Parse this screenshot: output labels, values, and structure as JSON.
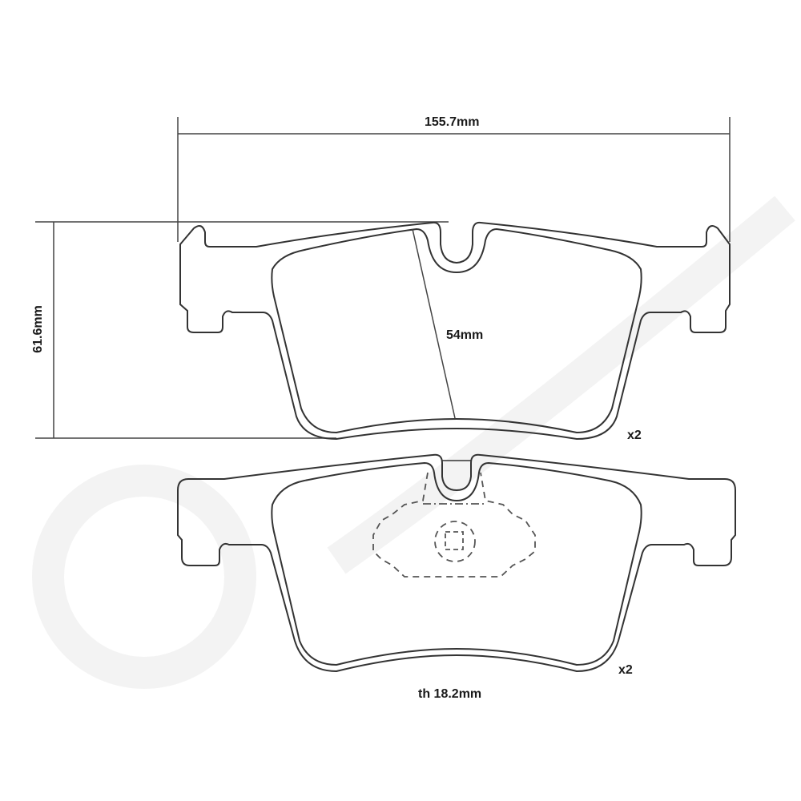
{
  "diagram": {
    "subject": "Brake pad technical drawing",
    "colors": {
      "line": "#333333",
      "text": "#1a1a1a",
      "background": "#ffffff",
      "watermark": "#f4f4f4"
    },
    "dimensions": {
      "width": "155.7mm",
      "height": "61.6mm",
      "friction_height": "54mm",
      "thickness": "th 18.2mm"
    },
    "pads": [
      {
        "id": "front-view",
        "quantity": "x2"
      },
      {
        "id": "back-view",
        "quantity": "x2",
        "note": "dashed backing-plate features shown"
      }
    ]
  }
}
